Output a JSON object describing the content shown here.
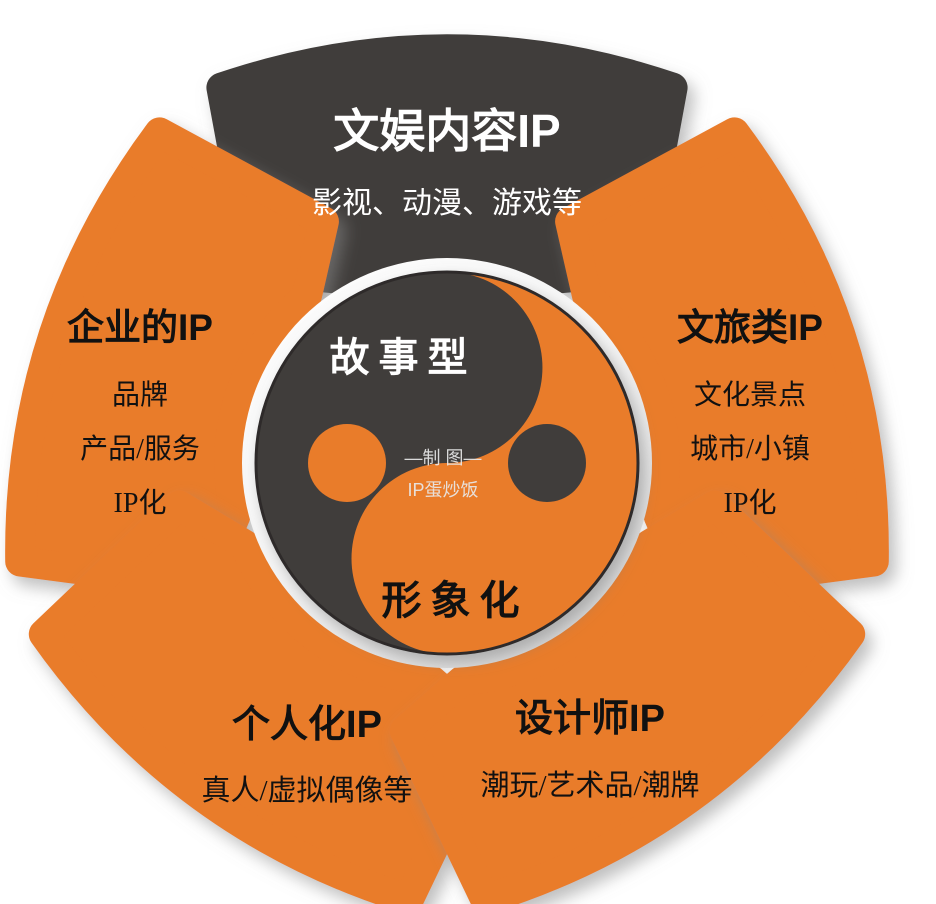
{
  "diagram": {
    "type": "pentagon-petal-taiji",
    "title_watermark_line1": "—制 图—",
    "title_watermark_line2": "IP蛋炒饭",
    "colors": {
      "orange": "#E97B2C",
      "dark_gray": "#413E3B",
      "white": "#FFFFFF",
      "shadow": "#B9B9B9",
      "watermark": "#EDEDED"
    },
    "center": {
      "label_top": "故事型",
      "label_bottom": "形象化",
      "label_top_color": "#FFFFFF",
      "label_bottom_color": "#111111"
    },
    "petals": [
      {
        "id": "wenyu",
        "position": "top",
        "fill": "#413E3B",
        "title": "文娱内容IP",
        "title_color": "#FFFFFF",
        "lines": [
          "影视、动漫、游戏等"
        ],
        "line_color": "#FFFFFF"
      },
      {
        "id": "qiye",
        "position": "left",
        "fill": "#E97B2C",
        "title": "企业的IP",
        "title_color": "#111111",
        "lines": [
          "品牌",
          "产品/服务",
          "IP化"
        ],
        "line_color": "#111111"
      },
      {
        "id": "wenlv",
        "position": "right",
        "fill": "#E97B2C",
        "title": "文旅类IP",
        "title_color": "#111111",
        "lines": [
          "文化景点",
          "城市/小镇",
          "IP化"
        ],
        "line_color": "#111111"
      },
      {
        "id": "geren",
        "position": "bottom-left",
        "fill": "#E97B2C",
        "title": "个人化IP",
        "title_color": "#111111",
        "lines": [
          "真人/虚拟偶像等"
        ],
        "line_color": "#111111"
      },
      {
        "id": "sheji",
        "position": "bottom-right",
        "fill": "#E97B2C",
        "title": "设计师IP",
        "title_color": "#111111",
        "lines": [
          "潮玩/艺术品/潮牌"
        ],
        "line_color": "#111111"
      }
    ]
  }
}
